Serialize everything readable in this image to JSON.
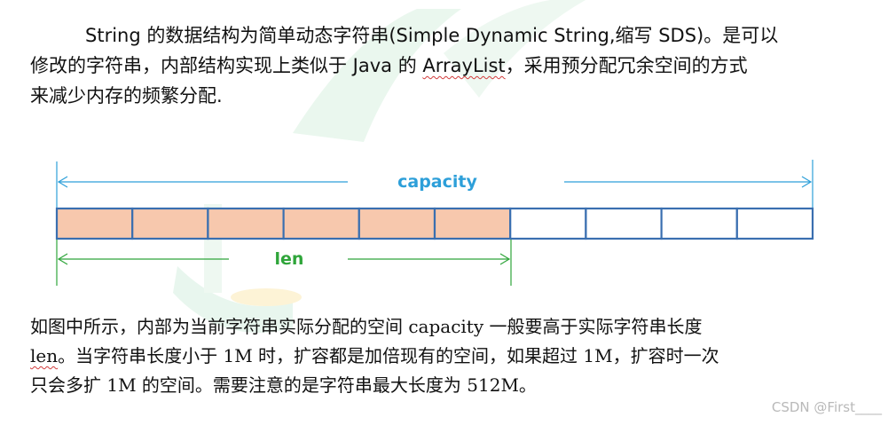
{
  "intro": {
    "line1": "String 的数据结构为简单动态字符串(Simple Dynamic String,缩写 SDS)。是可以",
    "line2_a": "修改的字符串，内部结构实现上类似于 Java 的 ",
    "line2_term": "ArrayList",
    "line2_b": "，采用预分配冗余空间的方式",
    "line3": "来减少内存的频繁分配."
  },
  "diagram": {
    "capacity_label": "capacity",
    "len_label": "len",
    "total_cells": 10,
    "filled_cells": 6,
    "colors": {
      "capacity": "#2d9fd9",
      "len": "#2fa53a",
      "cell_border": "#3a6fb0",
      "cell_fill": "#f7c8ad"
    }
  },
  "explanation": {
    "line1": "如图中所示，内部为当前字符串实际分配的空间 capacity 一般要高于实际字符串长度",
    "line2_term": "len",
    "line2_rest": "。当字符串长度小于 1M 时，扩容都是加倍现有的空间，如果超过 1M，扩容时一次",
    "line3": "只会多扩 1M 的空间。需要注意的是字符串最大长度为 512M。"
  },
  "watermark": "CSDN @First____"
}
